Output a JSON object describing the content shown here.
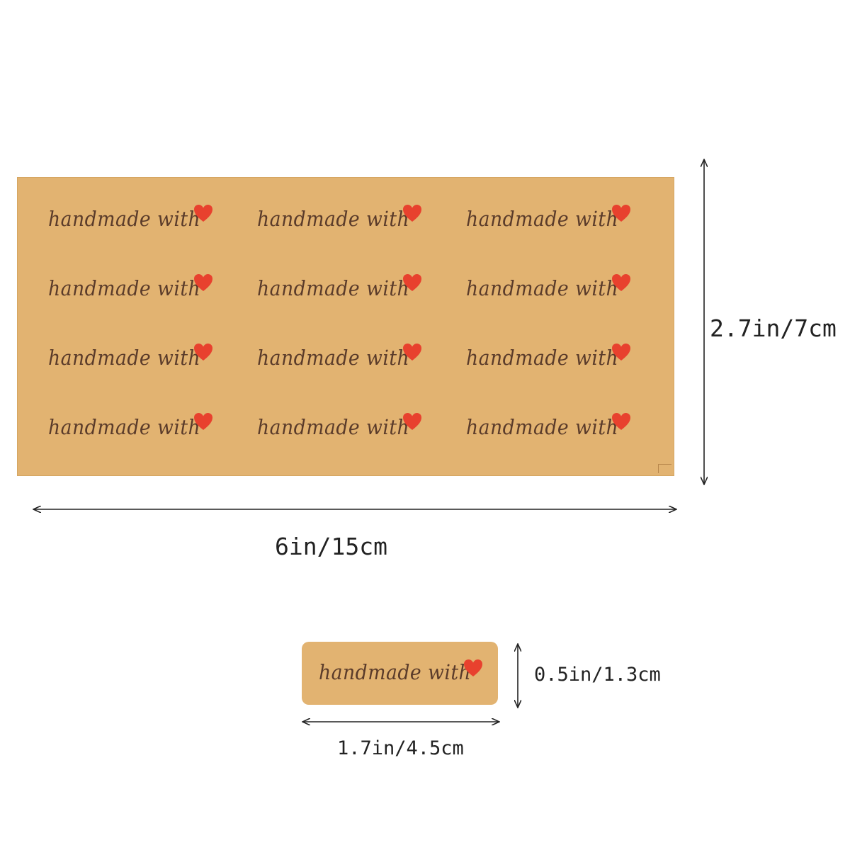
{
  "sticker": {
    "text": "handmade with",
    "heart_color": "#e8412e",
    "text_color": "#5a3b2a",
    "paper_color": "#e2b371"
  },
  "sheet": {
    "rows": 4,
    "columns": 3
  },
  "dimensions": {
    "sheet_width": "6in/15cm",
    "sheet_height": "2.7in/7cm",
    "sticker_width": "1.7in/4.5cm",
    "sticker_height": "0.5in/1.3cm"
  }
}
